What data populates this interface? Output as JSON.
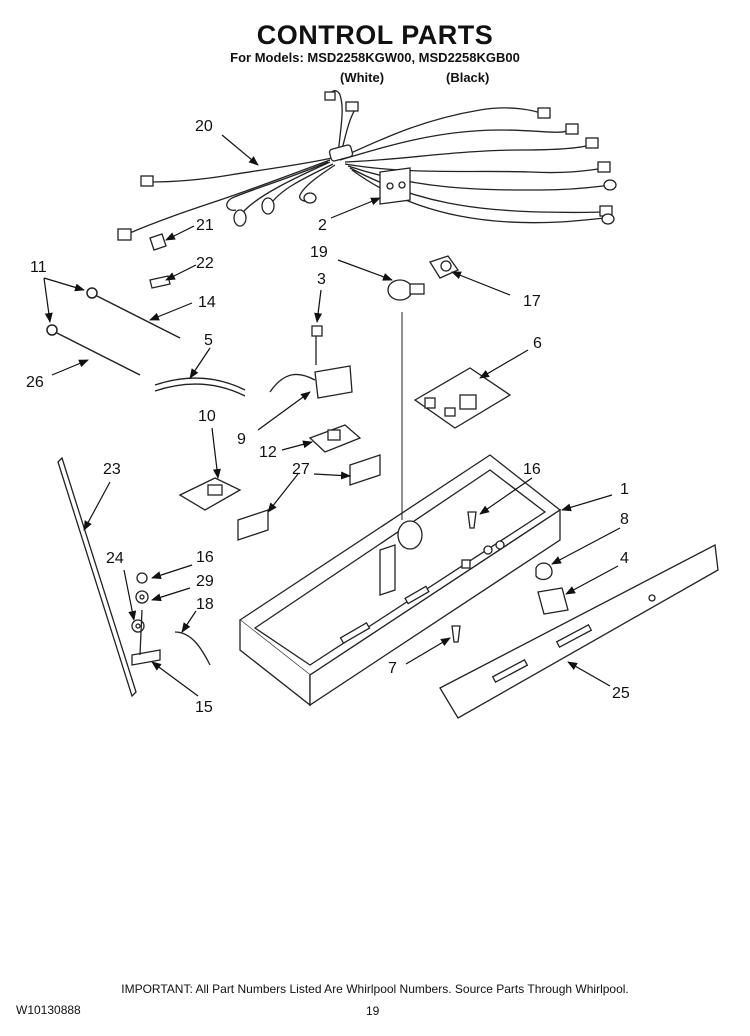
{
  "header": {
    "title": "CONTROL PARTS",
    "models": "For Models: MSD2258KGW00, MSD2258KGB00",
    "color_white": "(White)",
    "color_black": "(Black)"
  },
  "callouts": {
    "c1": "1",
    "c2": "2",
    "c3": "3",
    "c4": "4",
    "c5": "5",
    "c6": "6",
    "c7": "7",
    "c8": "8",
    "c9": "9",
    "c10": "10",
    "c11": "11",
    "c12": "12",
    "c14": "14",
    "c15": "15",
    "c16a": "16",
    "c16b": "16",
    "c17": "17",
    "c18": "18",
    "c19": "19",
    "c20": "20",
    "c21": "21",
    "c22": "22",
    "c23": "23",
    "c24": "24",
    "c25": "25",
    "c26": "26",
    "c27": "27",
    "c29": "29"
  },
  "footer": {
    "note": "IMPORTANT: All Part Numbers Listed Are Whirlpool Numbers. Source Parts Through Whirlpool.",
    "doc_number": "W10130888",
    "page_number": "19"
  }
}
